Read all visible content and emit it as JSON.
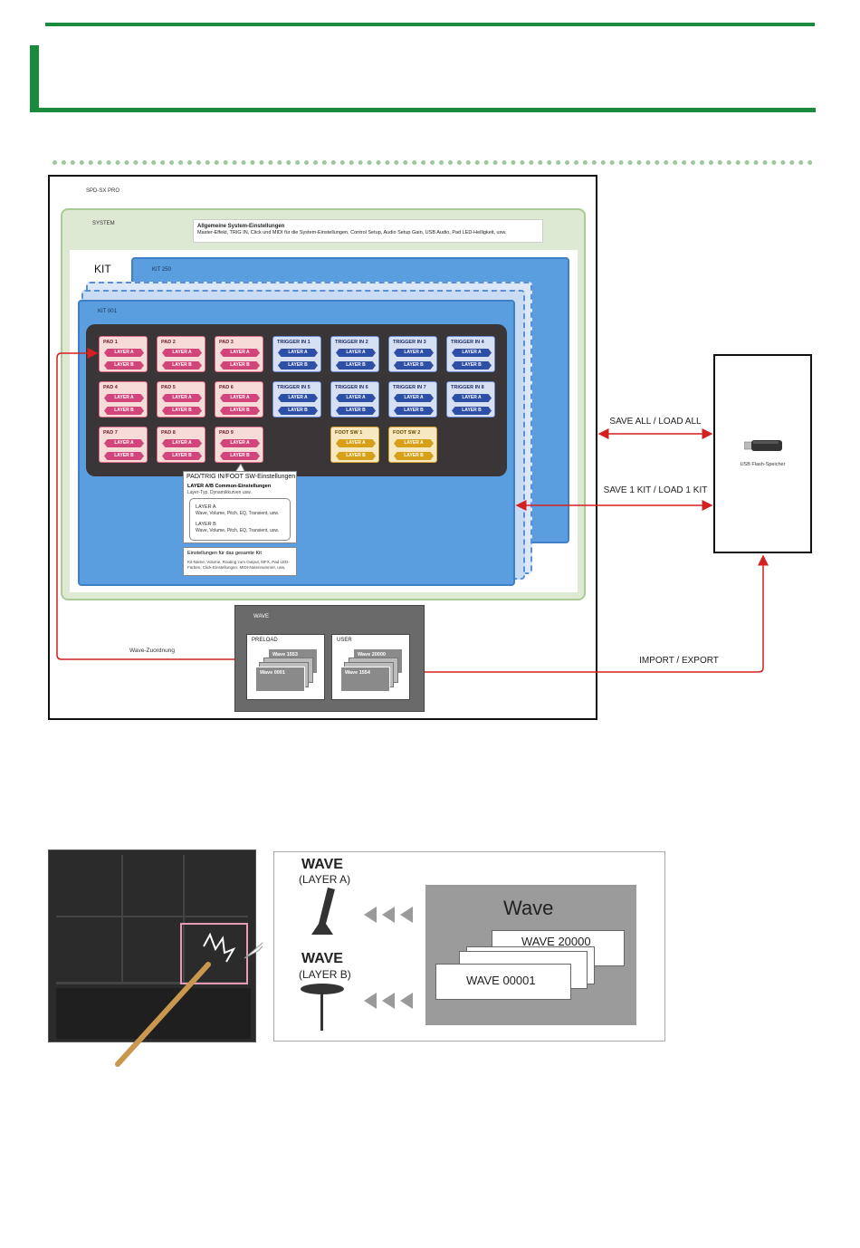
{
  "diagram": {
    "product": "SPD-SX PRO",
    "system": {
      "label": "SYSTEM",
      "info_title": "Allgemeine System-Einstellungen",
      "info_text": "Master-Effekt, TRIG IN, Click und MIDI für die System-Einstellungen, Control Setup, Audio Setup Gain, USB Audio, Pad LED-Helligkeit, usw."
    },
    "kit": {
      "label": "KIT",
      "kit250": "KIT 250",
      "kit001": "KIT 001"
    },
    "pads": [
      {
        "name": "PAD 1",
        "a": "LAYER A",
        "b": "LAYER B",
        "color": "pink"
      },
      {
        "name": "PAD 2",
        "a": "LAYER A",
        "b": "LAYER B",
        "color": "pink"
      },
      {
        "name": "PAD 3",
        "a": "LAYER A",
        "b": "LAYER B",
        "color": "pink"
      },
      {
        "name": "TRIGGER IN 1",
        "a": "LAYER A",
        "b": "LAYER B",
        "color": "blue"
      },
      {
        "name": "TRIGGER IN 2",
        "a": "LAYER A",
        "b": "LAYER B",
        "color": "blue"
      },
      {
        "name": "TRIGGER IN 3",
        "a": "LAYER A",
        "b": "LAYER B",
        "color": "blue"
      },
      {
        "name": "TRIGGER IN 4",
        "a": "LAYER A",
        "b": "LAYER B",
        "color": "blue"
      },
      {
        "name": "PAD 4",
        "a": "LAYER A",
        "b": "LAYER B",
        "color": "pink"
      },
      {
        "name": "PAD 5",
        "a": "LAYER A",
        "b": "LAYER B",
        "color": "pink"
      },
      {
        "name": "PAD 6",
        "a": "LAYER A",
        "b": "LAYER B",
        "color": "pink"
      },
      {
        "name": "TRIGGER IN 5",
        "a": "LAYER A",
        "b": "LAYER B",
        "color": "blue"
      },
      {
        "name": "TRIGGER IN 6",
        "a": "LAYER A",
        "b": "LAYER B",
        "color": "blue"
      },
      {
        "name": "TRIGGER IN 7",
        "a": "LAYER A",
        "b": "LAYER B",
        "color": "blue"
      },
      {
        "name": "TRIGGER IN 8",
        "a": "LAYER A",
        "b": "LAYER B",
        "color": "blue"
      },
      {
        "name": "PAD 7",
        "a": "LAYER A",
        "b": "LAYER B",
        "color": "pink"
      },
      {
        "name": "PAD 8",
        "a": "LAYER A",
        "b": "LAYER B",
        "color": "pink"
      },
      {
        "name": "PAD 9",
        "a": "LAYER A",
        "b": "LAYER B",
        "color": "pink"
      },
      {
        "name": "FOOT SW 1",
        "a": "LAYER A",
        "b": "LAYER B",
        "color": "gold"
      },
      {
        "name": "FOOT SW 2",
        "a": "LAYER A",
        "b": "LAYER B",
        "color": "gold"
      }
    ],
    "callout": {
      "title": "PAD/TRIG IN/FOOT SW-Einstellungen",
      "common_title": "LAYER A/B Common-Einstellungen",
      "common_text": "Layer-Typ, Dynamikkurven usw.",
      "layer_a": "LAYER A",
      "layer_a_text": "Wave, Volume, Pitch, EQ, Transient, usw.",
      "layer_b": "LAYER B",
      "layer_b_text": "Wave, Volume, Pitch, EQ, Transient, usw."
    },
    "kit_settings": {
      "title": "Einstellungen für das gesamte Kit",
      "text": "Kit-Name, Volume, Routing zum Output, MFX, Pad LED-Farben, Click-Einstellungen, MIDI-Notennummer, usw."
    },
    "usb": {
      "label": "USB Flash-Speicher"
    },
    "arrows": {
      "save_all": "SAVE ALL / LOAD ALL",
      "save_kit": "SAVE 1 KIT / LOAD 1 KIT",
      "import_export": "IMPORT / EXPORT",
      "wave_assign": "Wave-Zuordnung"
    },
    "wave": {
      "label": "WAVE",
      "preload": "PRELOAD",
      "user": "USER",
      "preload_top": "Wave 1553",
      "preload_front": "Wave 0001",
      "user_top": "Wave 20000",
      "user_front": "Wave 1554"
    }
  },
  "illustration": {
    "wave_a": "WAVE",
    "layer_a": "(LAYER A)",
    "wave_b": "WAVE",
    "layer_b": "(LAYER B)",
    "wave_title": "Wave",
    "card_top": "WAVE 20000",
    "card_front": "WAVE 00001"
  },
  "colors": {
    "green": "#1a8a3c",
    "kit_blue": "#5b9ee0",
    "arrow_red": "#d42020"
  }
}
